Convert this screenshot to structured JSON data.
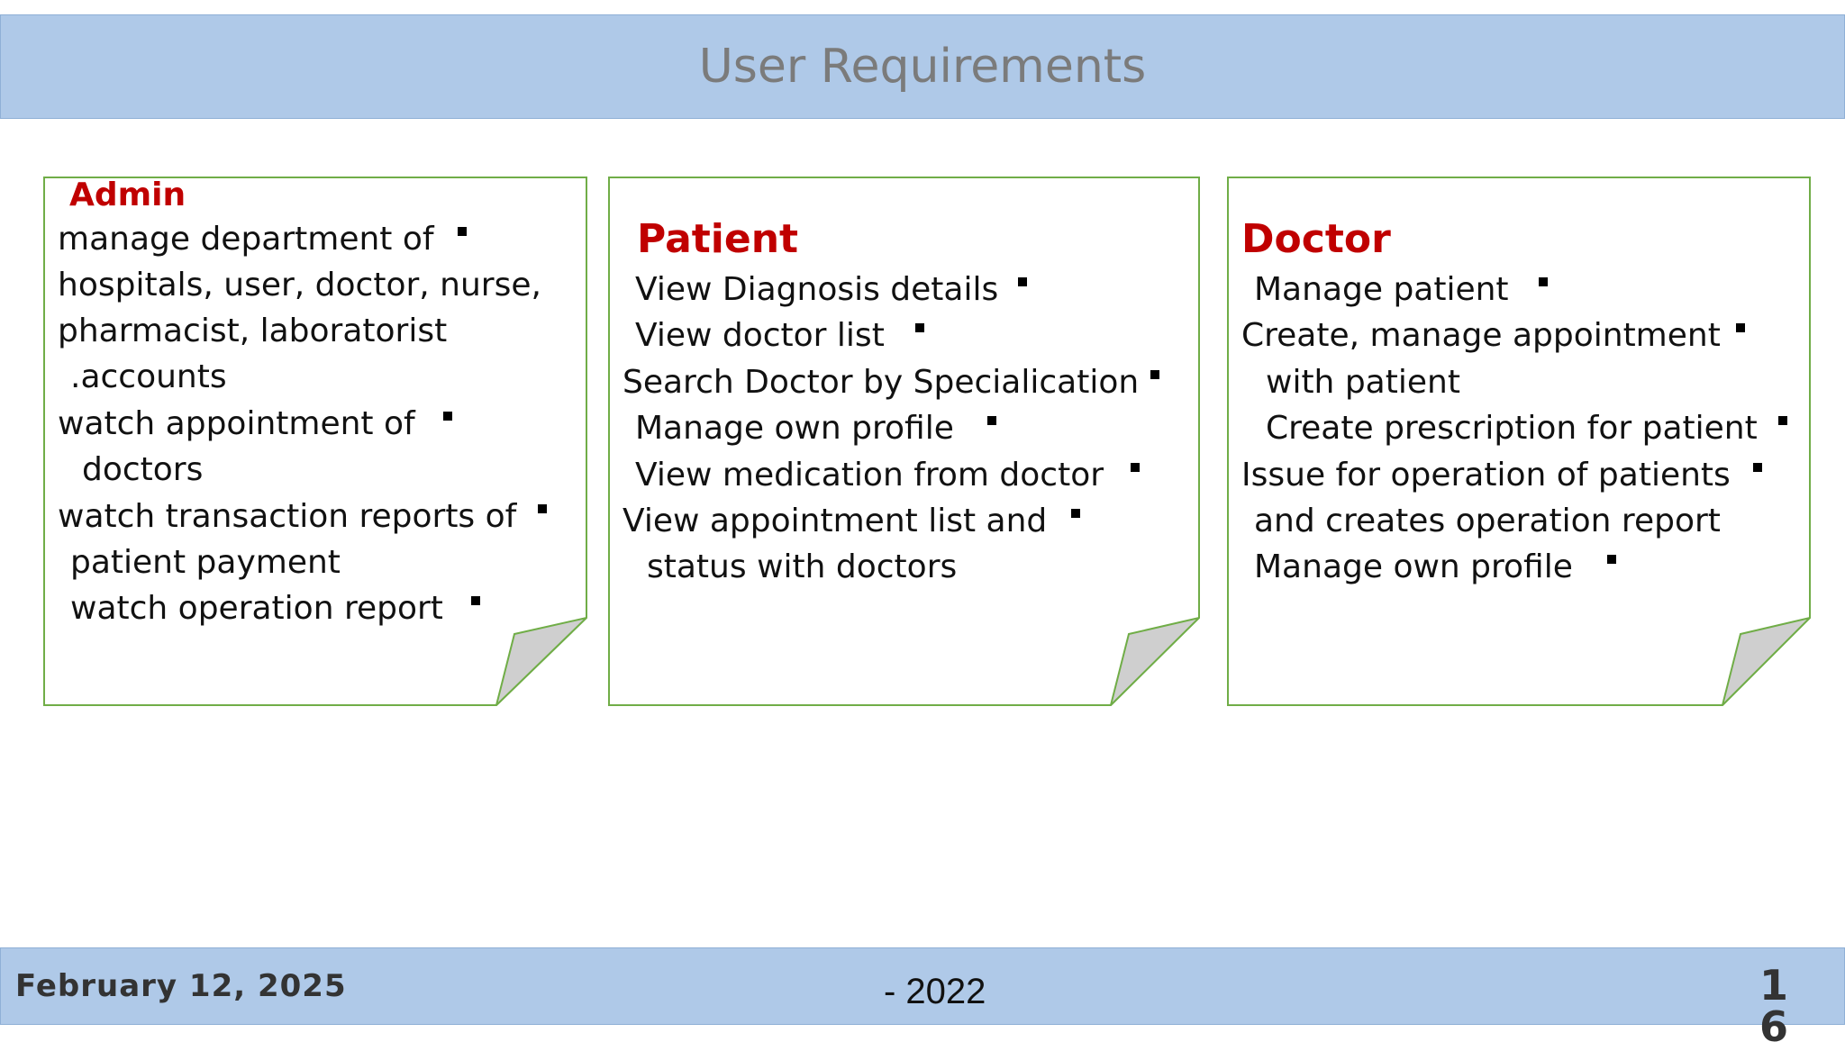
{
  "slide": {
    "title": "User Requirements"
  },
  "cards": {
    "admin": {
      "title": "Admin",
      "lines": [
        "manage department of",
        "hospitals, user, doctor, nurse,",
        "pharmacist, laboratorist",
        ".accounts",
        "watch appointment of",
        "doctors",
        "watch transaction reports of",
        "patient payment",
        "watch operation report"
      ]
    },
    "patient": {
      "title": "Patient",
      "lines": [
        "View Diagnosis details",
        "View doctor list",
        "Search Doctor by Specialication",
        "Manage own profile",
        "View medication from doctor",
        "View appointment list and",
        "status with doctors"
      ]
    },
    "doctor": {
      "title": "Doctor",
      "lines": [
        "Manage patient",
        "Create, manage appointment",
        "with patient",
        "Create prescription for patient",
        "Issue for operation of patients",
        "and creates operation report",
        "Manage own profile"
      ]
    }
  },
  "footer": {
    "date": "February 12, 2025",
    "center": "- 2022",
    "page_line1": "1",
    "page_line2": "6"
  },
  "colors": {
    "bar": "#afc9e8",
    "card_border": "#70ad47",
    "title_red": "#c00000",
    "fold": "#cfcfcf"
  }
}
